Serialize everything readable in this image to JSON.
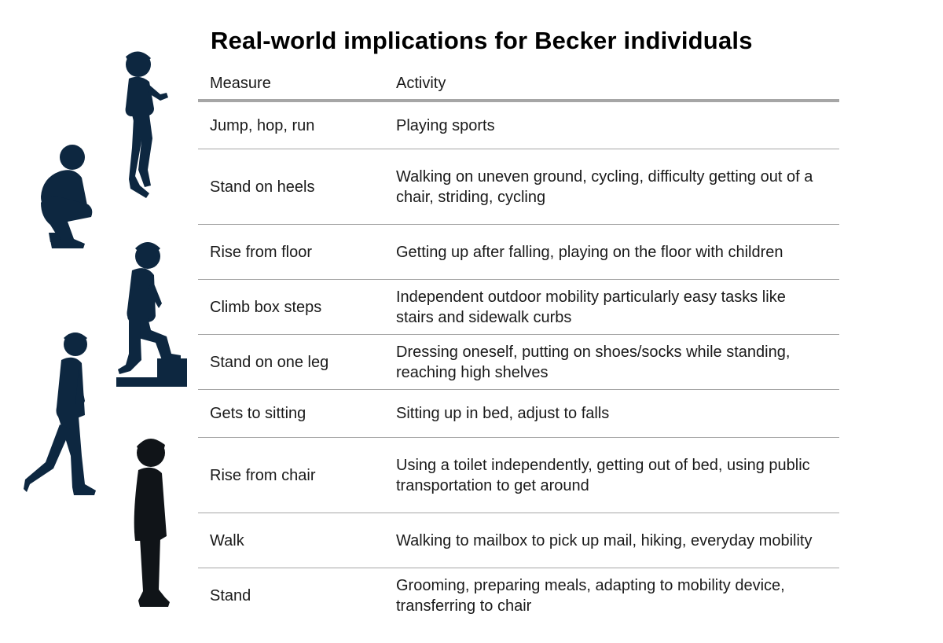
{
  "title": "Real-world implications for Becker individuals",
  "table": {
    "headers": {
      "measure": "Measure",
      "activity": "Activity"
    },
    "rows": [
      {
        "measure": "Jump, hop, run",
        "activity": "Playing sports"
      },
      {
        "measure": "Stand on heels",
        "activity": "Walking on uneven ground, cycling, difficulty getting out of a chair, striding, cycling"
      },
      {
        "measure": "Rise from floor",
        "activity": "Getting up after falling, playing on the floor with children"
      },
      {
        "measure": "Climb box steps",
        "activity": "Independent outdoor mobility particularly easy tasks like stairs and sidewalk curbs"
      },
      {
        "measure": "Stand on one leg",
        "activity": "Dressing oneself, putting on shoes/socks while standing, reaching high shelves"
      },
      {
        "measure": "Gets to sitting",
        "activity": "Sitting up in bed, adjust to falls"
      },
      {
        "measure": "Rise from chair",
        "activity": "Using a toilet independently, getting out of bed, using public transportation to get around"
      },
      {
        "measure": "Walk",
        "activity": "Walking to mailbox to pick up mail, hiking, everyday mobility"
      },
      {
        "measure": "Stand",
        "activity": "Grooming, preparing meals, adapting to mobility device, transferring to chair"
      }
    ]
  },
  "colors": {
    "silhouette": "#0d2740",
    "divider": "#a6a6a6"
  },
  "icons": [
    "child-jumping-icon",
    "child-squatting-icon",
    "child-climbing-step-icon",
    "child-walking-icon",
    "child-standing-icon"
  ]
}
